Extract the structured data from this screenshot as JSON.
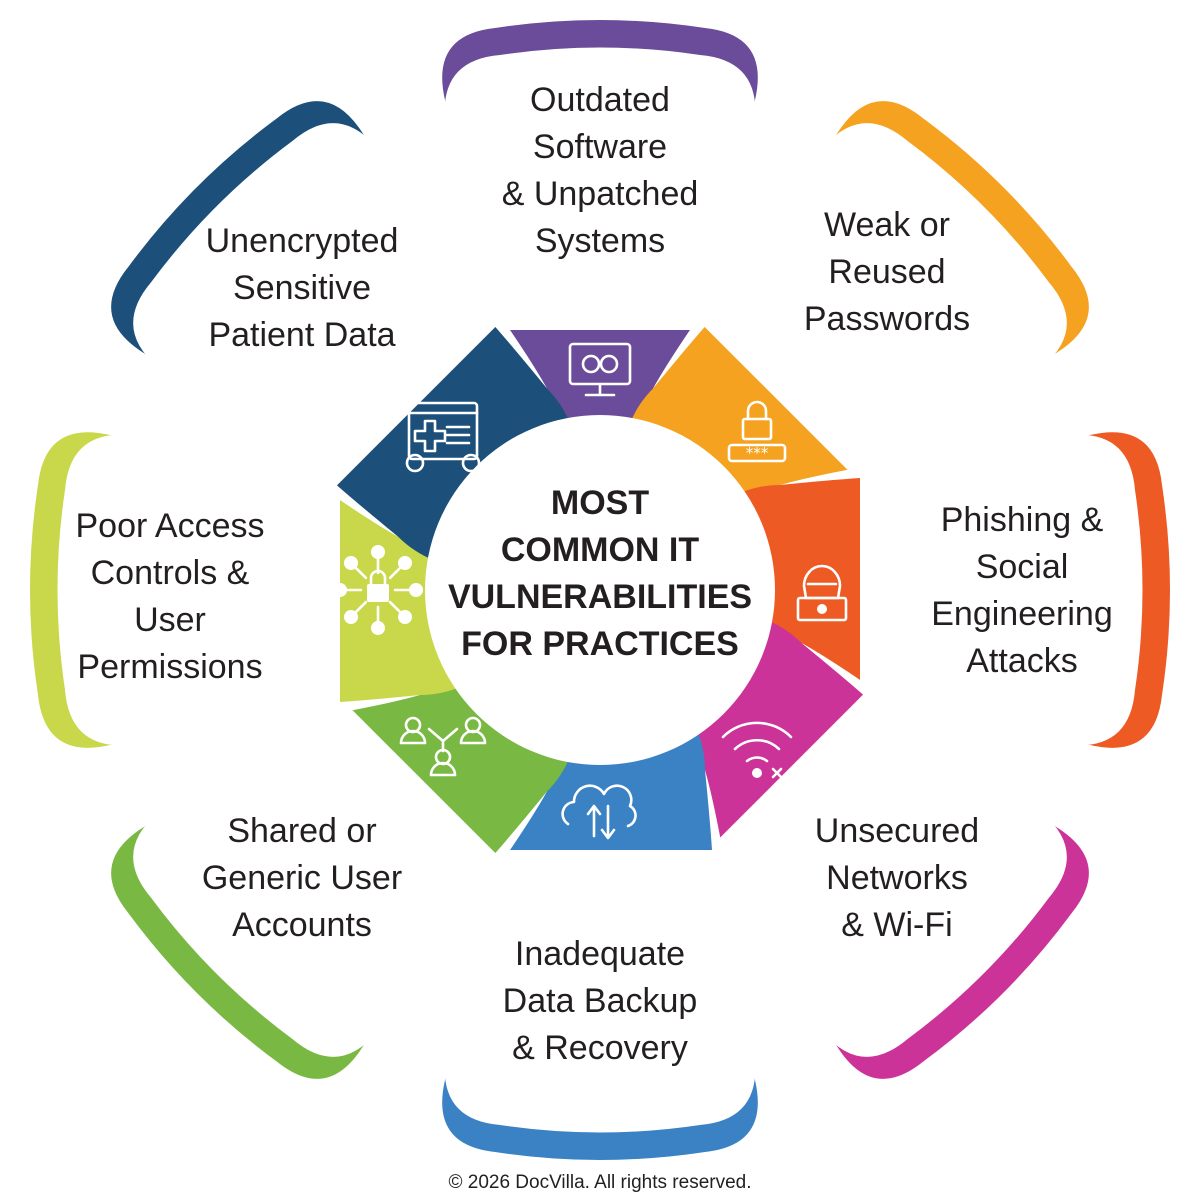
{
  "center": {
    "lines": [
      "MOST",
      "COMMON IT",
      "VULNERABILITIES",
      "FOR PRACTICES"
    ]
  },
  "petals": [
    {
      "id": "outdated-software",
      "color": "#6b4c9a",
      "icon": "monitor-gears-icon",
      "lines": [
        "Outdated",
        "Software",
        "& Unpatched",
        "Systems"
      ]
    },
    {
      "id": "weak-passwords",
      "color": "#f4a21f",
      "icon": "padlock-password-icon",
      "lines": [
        "Weak or",
        "Reused",
        "Passwords"
      ]
    },
    {
      "id": "phishing",
      "color": "#ee5a24",
      "icon": "hacker-laptop-icon",
      "lines": [
        "Phishing &",
        "Social",
        "Engineering",
        "Attacks"
      ]
    },
    {
      "id": "unsecured-networks",
      "color": "#cc3399",
      "icon": "wifi-x-icon",
      "lines": [
        "Unsecured",
        "Networks",
        "& Wi-Fi"
      ]
    },
    {
      "id": "data-backup",
      "color": "#3a82c4",
      "icon": "cloud-sync-icon",
      "lines": [
        "Inadequate",
        "Data Backup",
        "& Recovery"
      ]
    },
    {
      "id": "shared-accounts",
      "color": "#79b943",
      "icon": "users-network-icon",
      "lines": [
        "Shared or",
        "Generic User",
        "Accounts"
      ]
    },
    {
      "id": "access-controls",
      "color": "#c8d84a",
      "icon": "lock-network-icon",
      "lines": [
        "Poor Access",
        "Controls &",
        "User",
        "Permissions"
      ]
    },
    {
      "id": "unencrypted-data",
      "color": "#1c4f7a",
      "icon": "medical-record-icon",
      "lines": [
        "Unencrypted",
        "Sensitive",
        "Patient Data"
      ]
    }
  ],
  "footer": {
    "copyright": "© 2026 DocVilla. All rights reserved."
  }
}
